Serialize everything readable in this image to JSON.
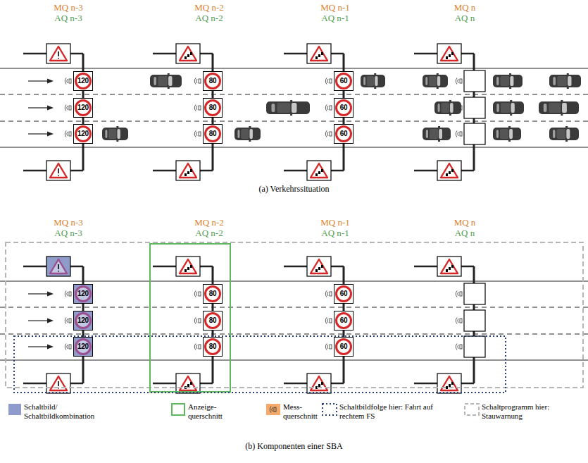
{
  "diagram": {
    "nodes": [
      {
        "text": [
          "120"
        ]
      },
      {
        "text": [
          "80"
        ]
      },
      {
        "text": [
          "60"
        ]
      },
      {
        "text": [
          "120"
        ]
      },
      {
        "text": [
          "80"
        ]
      },
      {
        "text": [
          "60"
        ]
      },
      {
        "text": [
          "120"
        ]
      },
      {
        "text": [
          "80"
        ]
      },
      {
        "text": [
          "60"
        ]
      },
      {
        "text": [
          "120"
        ]
      },
      {
        "text": [
          "80"
        ]
      },
      {
        "text": [
          "60"
        ]
      },
      {
        "text": [
          "120"
        ]
      },
      {
        "text": [
          "80"
        ]
      },
      {
        "text": [
          "60"
        ]
      },
      {
        "text": [
          "120"
        ]
      },
      {
        "text": [
          "80"
        ]
      },
      {
        "text": [
          "60"
        ]
      }
    ],
    "labels": [
      "MQ n-3",
      "AQ n-3",
      "MQ n-2",
      "AQ n-2",
      "MQ n-1",
      "AQ n-1",
      "MQ n",
      "AQ n",
      "(a) Verkehrssituation",
      "MQ n-3",
      "AQ n-3",
      "MQ n-2",
      "AQ n-2",
      "MQ n-1",
      "AQ n-1",
      "MQ n",
      "AQ n",
      "(b) Komponenten einer SBA"
    ],
    "legend": [
      {
        "text": "Schaltbild/ Schaltbildkombination",
        "color": "#8f9bcb"
      },
      {
        "text": "Anzeige- querschnitt"
      },
      {
        "text": "Mess- querschnitt"
      },
      {
        "text": "Schaltbildfolge hier: Fahrt auf rechtem FS"
      },
      {
        "text": "Schaltprogramm hier: Stauwarnung"
      }
    ]
  }
}
